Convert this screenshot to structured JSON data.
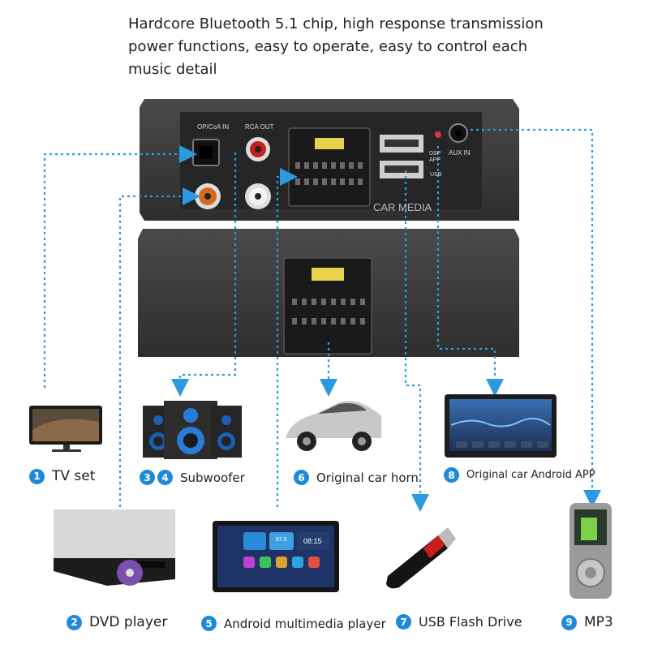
{
  "headline": [
    "Hardcore Bluetooth 5.1 chip, high response transmission",
    "power functions, easy to operate, easy to control each",
    "music detail"
  ],
  "panel": {
    "op_coa_in": "OP/CoA IN",
    "rca_out": "RCA OUT",
    "brand": "CAR MEDIA",
    "dsp_app": "DSP APP",
    "usb": "USB",
    "aux_in": "AUX IN"
  },
  "devices": [
    {
      "number": "1",
      "label": "TV set"
    },
    {
      "number": "2",
      "label": "DVD player"
    },
    {
      "number": "3",
      "label": ""
    },
    {
      "number": "4",
      "label": "Subwoofer"
    },
    {
      "number": "5",
      "label": "Android multimedia player"
    },
    {
      "number": "6",
      "label": "Original car horn"
    },
    {
      "number": "7",
      "label": "USB Flash Drive"
    },
    {
      "number": "8",
      "label": "Original car Android APP"
    },
    {
      "number": "9",
      "label": "MP3"
    }
  ],
  "android_screen": {
    "clock": "08:15",
    "temp": "87.5"
  },
  "colors": {
    "accent": "#1e8ad8",
    "device_body": "#3a3a3a",
    "connector_line": "#2b9ae0"
  }
}
